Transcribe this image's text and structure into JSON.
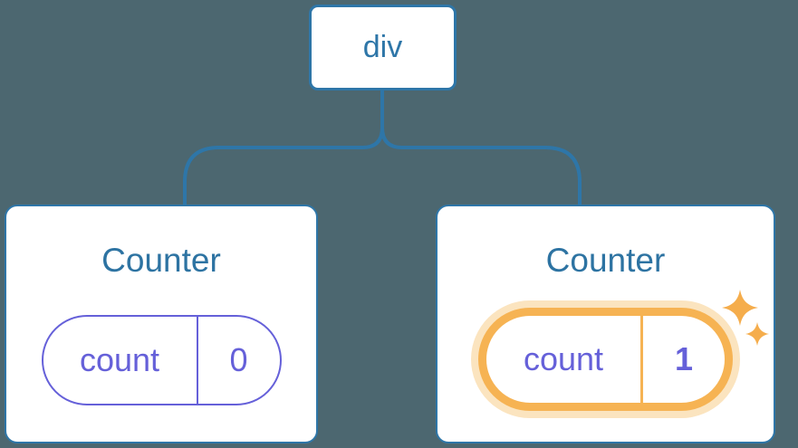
{
  "diagram": {
    "description": "React render tree: a div root with two Counter children, second Counter state updated",
    "colors": {
      "background": "#4C6770",
      "line_blue": "#2E76A8",
      "title_blue": "#2D73A2",
      "state_purple": "#6560D9",
      "highlight_orange": "#F6B353",
      "highlight_glow": "#FBE4BF",
      "sparkle_orange": "#F5AD4C"
    },
    "tree": {
      "root": {
        "label": "div"
      },
      "children": [
        {
          "title": "Counter",
          "highlighted": false,
          "state": {
            "name": "count",
            "value": "0"
          }
        },
        {
          "title": "Counter",
          "highlighted": true,
          "state": {
            "name": "count",
            "value": "1"
          }
        }
      ]
    }
  }
}
